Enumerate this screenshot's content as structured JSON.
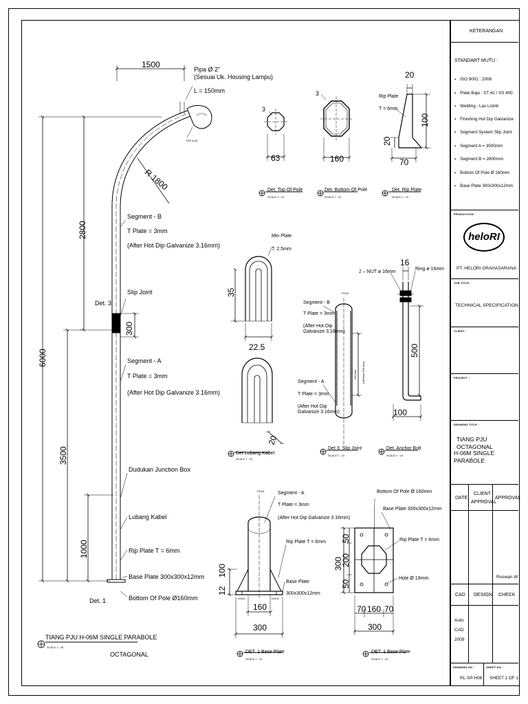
{
  "main_title": "TIANG PJU H-06M SINGLE PARABOLE",
  "main_subtitle": "OCTAGONAL",
  "scale_label": "SCALE    1 :   25",
  "scale_short": "SCALE    1 :   10",
  "pole": {
    "dim_arm_width": "1500",
    "dim_height_total": "6000",
    "dim_segment_b": "2800",
    "dim_segment_a": "3500",
    "dim_lower": "1000",
    "dim_slip": "300",
    "dim_radius": "R 1800",
    "pipe_label_1": "Pipa Ø 2\"",
    "pipe_label_2": "(Sesuai Uk. Housing Lampu)",
    "pipe_length": "L = 150mm",
    "top_label": "TOP  ø  63",
    "seg_b_title": "Segment - B",
    "seg_b_plate": "T Plate = 3mm",
    "seg_b_galv": "(After Hot Dip Galvanize 3.16mm)",
    "slip_joint": "Slip Joint",
    "det3": "Det. 3",
    "seg_a_title": "Segment - A",
    "seg_a_plate": "T Plate = 3mm",
    "seg_a_galv": "(After Hot Dip Galvanize 3.16mm)",
    "junction": "Dudukan Junction Box",
    "cable_hole": "Lubang Kabel",
    "rip_plate": "Rip Plate T = 6mm",
    "base_plate": "Base Plate 300x300x12mm",
    "bottom_pole": "Bottom Of Pole Ø160mm",
    "det1": "Det. 1"
  },
  "det_top": {
    "title": "Det. Top Of Pole",
    "dim_w": "63",
    "dim_side": "3"
  },
  "det_bottom": {
    "title": "Det. Bottom Of Pole",
    "dim_w": "160",
    "dim_side": "3"
  },
  "det_rip": {
    "title": "Det. Rip Plate",
    "label_1": "Rip Plate",
    "label_2": "T = 6mm",
    "dim_top": "20",
    "dim_h": "100",
    "dim_left": "20",
    "dim_bottom": "70"
  },
  "det_cable": {
    "title": "Det Lubang Kabel",
    "plate_1": "Min Plate",
    "plate_2": "T. 2.5mm",
    "dim_h": "35",
    "dim_w": "22.5",
    "dim_d": "20"
  },
  "det_slip": {
    "title": "Det 3. Slip Joint",
    "pole": "POLE",
    "seg_b": "Segment - B",
    "seg_b_plate": "T Plate = 3mm",
    "seg_b_galv_1": "(After Hot Dip",
    "seg_b_galv_2": "Galvanize 3.16mm)",
    "seg_a": "Segment - A",
    "seg_a_plate": "T Plate = 3mm",
    "seg_a_galv_1": "(After Hot Dip",
    "seg_a_galv_2": "Galvanize 3.16mm)",
    "dim_1": "300 mm",
    "dim_2": "(Minimal 200 mm)"
  },
  "det_anchor": {
    "title": "Det. Anchor Bolt",
    "nut": "2 – NUT ø 16mm",
    "ring": "Ring ø 16mm",
    "dim_d": "16",
    "dim_h": "500",
    "dim_w": "100"
  },
  "det_base_side": {
    "title": "DET. 1 Base Plate",
    "pole": "POLE",
    "seg_a": "Segment - A",
    "plate": "T Plate = 3mm",
    "galv": "(After Hot Dip Galvanize 3.16mm)",
    "rip": "Rip Plate T = 6mm",
    "base_1": "Base Plate",
    "base_2": "300x300x12mm",
    "dim_12": "12",
    "dim_100": "100",
    "dim_160": "160",
    "dim_300": "300",
    "hole_l": "HOLE",
    "hole_r": "HOLE"
  },
  "det_base_top": {
    "title": "DET. 1 Base Plate",
    "bottom": "Bottom Of Pole Ø 160mm",
    "base": "Base Plate 300x300x12mm",
    "rip": "Rip Plate T = 6mm",
    "hole": "Hole Ø 19mm",
    "dim_v": [
      "50",
      "200",
      "50"
    ],
    "dim_v_total": "300",
    "dim_h": [
      "70",
      "160",
      "70"
    ],
    "dim_h_total": "300"
  },
  "title_block": {
    "keterangan": "KETERANGAN",
    "standart": "STANDART MUTU :",
    "items": [
      "ISO 9001 : 2008",
      "Plate Baja :  ST 41 / SS 400",
      "Welding  :  Las Listrik",
      "Finishing Hot Dip Galvanize",
      "Segment System Slip Joint",
      "Segment A = 3500mm",
      "Segment B = 2800mm",
      "Bottom Of Pole Ø 160mm",
      "Base Plate 300x300x12mm"
    ],
    "production_label": "PRODUCTION :",
    "logo_text": "heloRI",
    "company": "PT. HELORI GRAHASARANA",
    "job_title_label": "JOB TITLE :",
    "job_title": "TECHNICAL SPECIFICATION",
    "client_label": "CLIENT :",
    "project_label": "PROJECT :",
    "drawing_title_label": "DRAWING TITLE :",
    "drawing_title_1": "TIANG PJU OCTAGONAL",
    "drawing_title_2": "H-06M SINGLE PARABOLE",
    "col_date": "DATE",
    "col_client_1": "CLIENT",
    "col_client_2": "APPROVAL",
    "col_approval": "APPROVAL",
    "approver": "Ruswan W",
    "col_cad": "CAD",
    "col_design": "DESIGN",
    "col_check": "CHECK",
    "cad_1": "Auto",
    "cad_2": "CAD",
    "cad_3": "2009",
    "drawing_no_label": "DRAWING NO :",
    "sheet_no_label": "SHEET NO :",
    "drawing_no": "RL-SP-H06",
    "sheet_no": "SHEET 1 OF 1"
  }
}
